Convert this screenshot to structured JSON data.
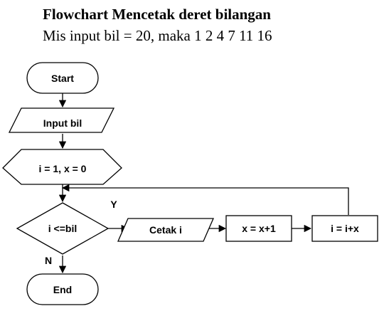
{
  "header": {
    "title": "Flowchart Mencetak deret bilangan",
    "subtitle": "Mis input bil = 20, maka 1 2 4 7 11 16"
  },
  "flowchart": {
    "start": "Start",
    "input": "Input bil",
    "init": "i = 1, x = 0",
    "condition": "i <=bil",
    "yes_label": "Y",
    "no_label": "N",
    "print": "Cetak i",
    "update_x": "x = x+1",
    "update_i": "i = i+x",
    "end": "End"
  }
}
